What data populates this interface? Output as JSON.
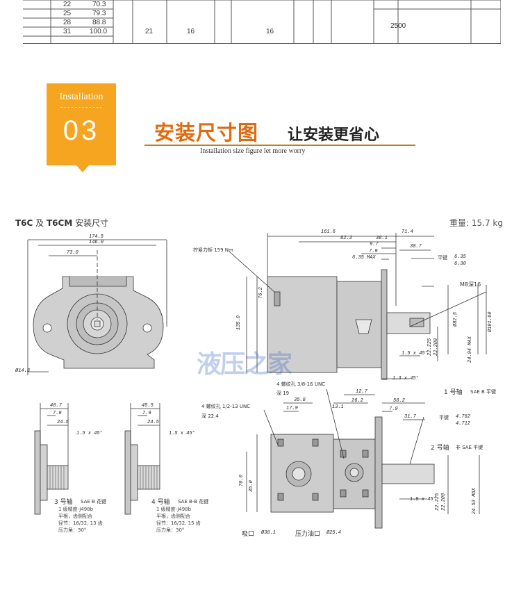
{
  "table": {
    "rows": [
      {
        "disp": "22",
        "flow": "70.3"
      },
      {
        "disp": "25",
        "flow": "79.3"
      },
      {
        "disp": "28",
        "flow": "88.8"
      },
      {
        "disp": "31",
        "flow": "100.0"
      }
    ],
    "merged": {
      "col3": "21",
      "col4": "16",
      "col6": "16",
      "col8": "2500"
    }
  },
  "section": {
    "badge_en": "Installation",
    "badge_num": "03",
    "title": "安装尺寸图",
    "subtitle": "让安装更省心",
    "caption": "Installation size figure let more worry"
  },
  "drawing": {
    "title_bold_1": "T6C",
    "title_mid": " 及 ",
    "title_bold_2": "T6CM",
    "title_rest": " 安装尺寸",
    "weight": "重量: 15.7 kg",
    "watermark": "液压之家",
    "front_dims": {
      "d1": "174.5",
      "d2": "146.0",
      "d3": "73.0",
      "d4": "Ø14.3"
    },
    "side_dims": {
      "a": "161.6",
      "b": "82.3",
      "c": "71.4",
      "d": "38.1",
      "e": "9.7",
      "f": "30.7",
      "g": "7.9",
      "h": "6.35 MAX",
      "i": "76.2",
      "j": "135.0",
      "k": "6.35",
      "l": "6.30",
      "m": "M8深16",
      "n": "Ø82.5",
      "o": "Ø101.60",
      "p": "22.225",
      "q": "22.200",
      "r": "24.94 MAX",
      "s": "1.5 x 45°",
      "t": "1.3 x 45°"
    },
    "labels": {
      "torque": "拧紧力矩 159 Nm",
      "flat_key": "平键",
      "shaft1": "1 号轴",
      "shaft1_sub": "SAE B 平键",
      "shaft2": "2 号轴",
      "shaft2_sub": "非 SAE 平键",
      "screw1": "4 螺纹孔 3/8-16 UNC",
      "screw1_depth": "深 19",
      "screw2": "4 螺纹孔 1/2-13 UNC",
      "screw2_depth": "深 22.4",
      "suction": "吸口",
      "suction_dim": "Ø38.1",
      "pressure": "压力油口",
      "pressure_dim": "Ø25.4",
      "flat_key2": "平键",
      "k2a": "4.762",
      "k2b": "4.712"
    },
    "shaft3": {
      "title": "3 号轴",
      "sub": "SAE B 花键",
      "l1": "1 级精度-J498b",
      "l2": "平根，齿侧配合",
      "l3": "径节：16/32, 13 齿",
      "l4": "压力角：30°",
      "d1": "40.7",
      "d2": "7.9",
      "d3": "24.5",
      "d4": "1.5 x 45°"
    },
    "shaft4": {
      "title": "4 号轴",
      "sub": "SAE B-B 花键",
      "l1": "1 级精度-J498b",
      "l2": "平根，齿侧配合",
      "l3": "径节：16/32, 15 齿",
      "l4": "压力角：30°",
      "d1": "45.5",
      "d2": "7.9",
      "d3": "24.5",
      "d4": "1.5 x 45°"
    },
    "bottom_dims": {
      "a": "35.8",
      "b": "17.9",
      "c": "12.7",
      "d": "26.2",
      "e": "13.1",
      "f": "58.2",
      "g": "7.9",
      "h": "31.7",
      "i": "70.0",
      "j": "35.0",
      "k": "1.5 x 45°",
      "l": "22.225",
      "m": "22.200",
      "n": "24.53 MAX"
    }
  },
  "colors": {
    "accent": "#f5a51f",
    "title": "#e06a0c",
    "rule": "#c47a2a",
    "body_fill": "#c9c9c9"
  }
}
